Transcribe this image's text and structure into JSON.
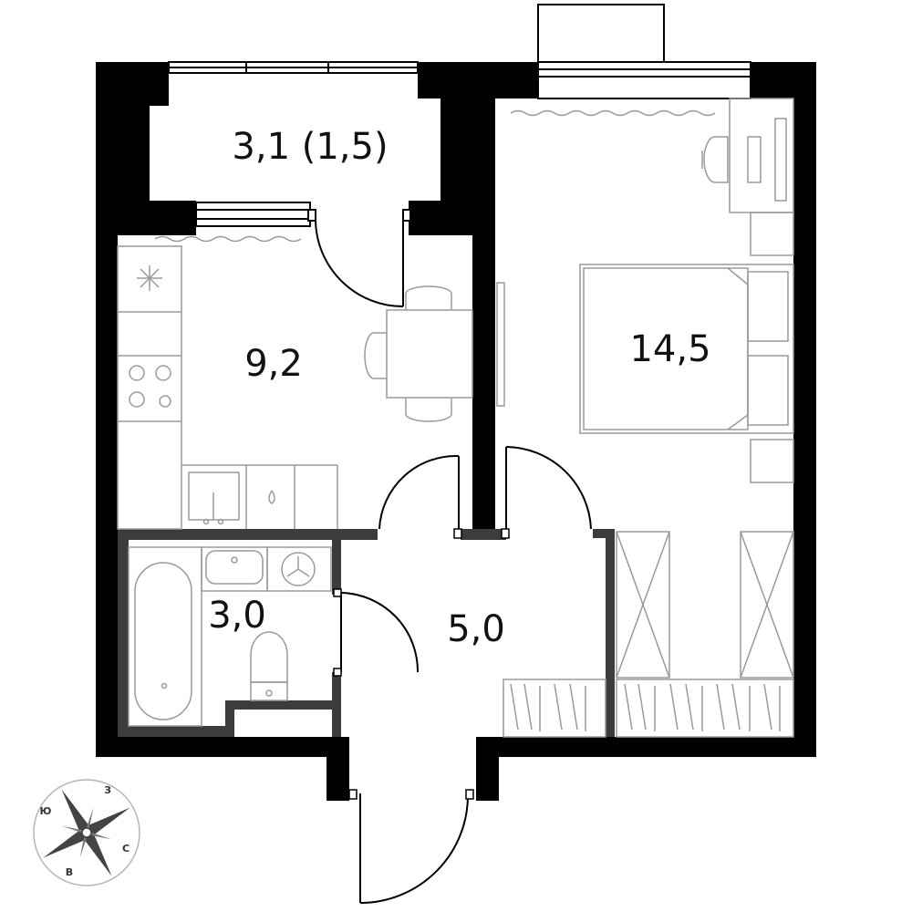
{
  "rooms": {
    "balcony": {
      "area": "3,1 (1,5)"
    },
    "kitchen": {
      "area": "9,2"
    },
    "bedroom": {
      "area": "14,5"
    },
    "bathroom": {
      "area": "3,0"
    },
    "hallway": {
      "area": "5,0"
    }
  },
  "compass": {
    "north": "З",
    "east": "С",
    "south": "В",
    "west": "Ю"
  },
  "colors": {
    "wall": "#000000",
    "partition": "#3c3c3c",
    "fixture": "#9a9a9a",
    "text": "#111111"
  }
}
